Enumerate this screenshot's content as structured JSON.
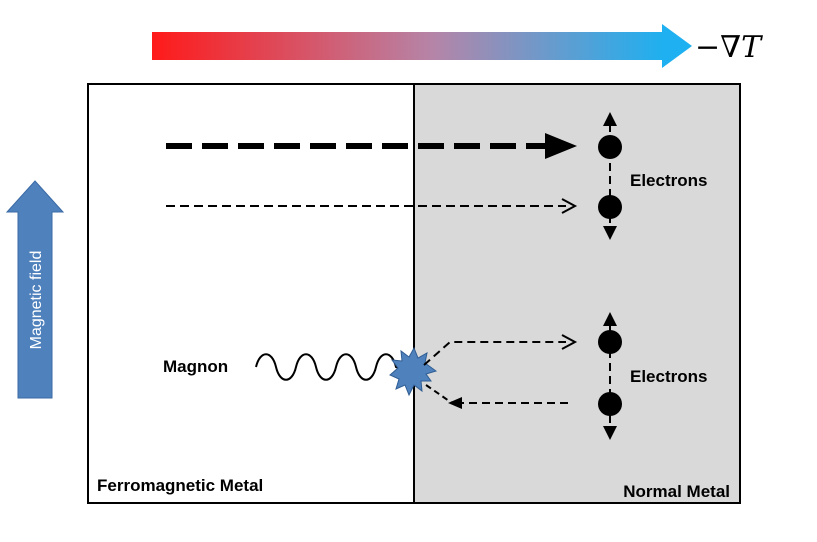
{
  "gradient_label": "−∇T",
  "field_label": "Magnetic field",
  "regions": {
    "left_label": "Ferromagnetic Metal",
    "right_label": "Normal Metal"
  },
  "magnon_label": "Magnon",
  "electrons_top_label": "Electrons",
  "electrons_bottom_label": "Electrons",
  "colors": {
    "gradient_hot": "#ff1a1a",
    "gradient_cold": "#1eb0f0",
    "field_arrow": "#4f81bd",
    "normal_metal_fill": "#d9d9d9",
    "burst": "#4f81bd"
  }
}
